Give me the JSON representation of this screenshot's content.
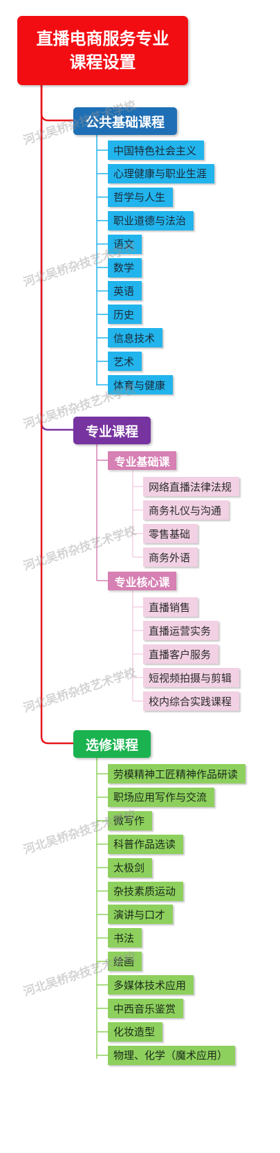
{
  "root": {
    "line1": "直播电商服务专业",
    "line2": "课程设置"
  },
  "categories": {
    "public": {
      "label": "公共基础课程",
      "items": [
        "中国特色社会主义",
        "心理健康与职业生涯",
        "哲学与人生",
        "职业道德与法治",
        "语文",
        "数学",
        "英语",
        "历史",
        "信息技术",
        "艺术",
        "体育与健康"
      ]
    },
    "major": {
      "label": "专业课程",
      "basic": {
        "label": "专业基础课",
        "items": [
          "网络直播法律法规",
          "商务礼仪与沟通",
          "零售基础",
          "商务外语"
        ]
      },
      "core": {
        "label": "专业核心课",
        "items": [
          "直播销售",
          "直播运营实务",
          "直播客户服务",
          "短视频拍摄与剪辑",
          "校内综合实践课程"
        ]
      }
    },
    "elective": {
      "label": "选修课程",
      "items": [
        "劳模精神工匠精神作品研读",
        "职场应用写作与交流",
        "微写作",
        "科普作品选读",
        "太极剑",
        "杂技素质运动",
        "演讲与口才",
        "书法",
        "绘画",
        "多媒体技术应用",
        "中西音乐鉴赏",
        "化妆造型",
        "物理、化学（魔术应用）"
      ]
    }
  },
  "watermark": "河北吴桥杂技艺术学校",
  "colors": {
    "root": "#f20d13",
    "public": "#1e6fb5",
    "major": "#7733a0",
    "elective": "#1bb34f",
    "sub": "#d680b3",
    "leaf_blue": "#22b4ec",
    "leaf_pink": "#f2d1e4",
    "leaf_green": "#8ed05d"
  }
}
